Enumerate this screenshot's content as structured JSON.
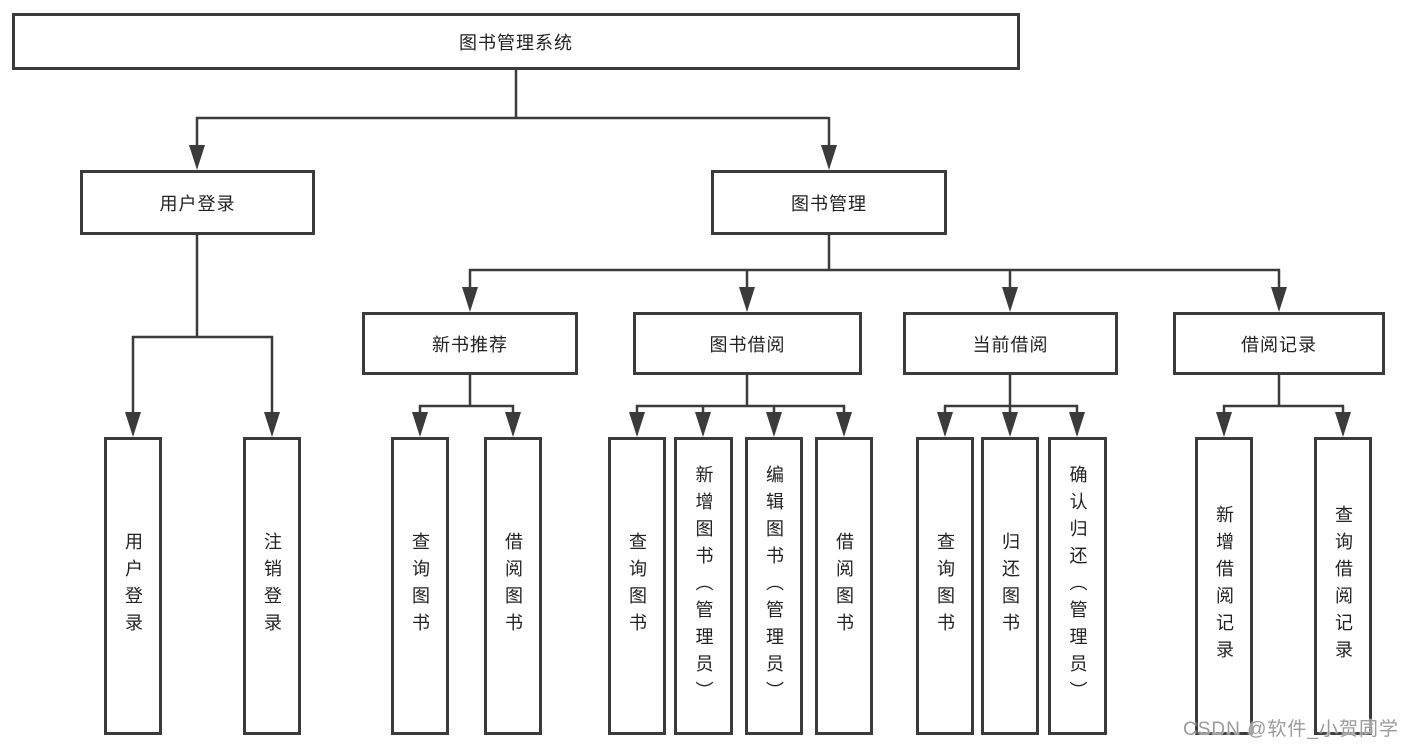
{
  "tree": {
    "root": {
      "label": "图书管理系统",
      "children": [
        {
          "label": "用户登录",
          "children": [
            {
              "label": "用户登录"
            },
            {
              "label": "注销登录"
            }
          ]
        },
        {
          "label": "图书管理",
          "children": [
            {
              "label": "新书推荐",
              "children": [
                {
                  "label": "查询图书"
                },
                {
                  "label": "借阅图书"
                }
              ]
            },
            {
              "label": "图书借阅",
              "children": [
                {
                  "label": "查询图书"
                },
                {
                  "label": "新增图书（管理员）"
                },
                {
                  "label": "编辑图书（管理员）"
                },
                {
                  "label": "借阅图书"
                }
              ]
            },
            {
              "label": "当前借阅",
              "children": [
                {
                  "label": "查询图书"
                },
                {
                  "label": "归还图书"
                },
                {
                  "label": "确认归还（管理员）"
                }
              ]
            },
            {
              "label": "借阅记录",
              "children": [
                {
                  "label": "新增借阅记录"
                },
                {
                  "label": "查询借阅记录"
                }
              ]
            }
          ]
        }
      ]
    }
  },
  "watermark": {
    "text": "CSDN @软件_小贺同学"
  },
  "colors": {
    "line": "#3b3b3b",
    "text": "#222222",
    "watermark": "#9b9b9b",
    "background": "#ffffff"
  }
}
